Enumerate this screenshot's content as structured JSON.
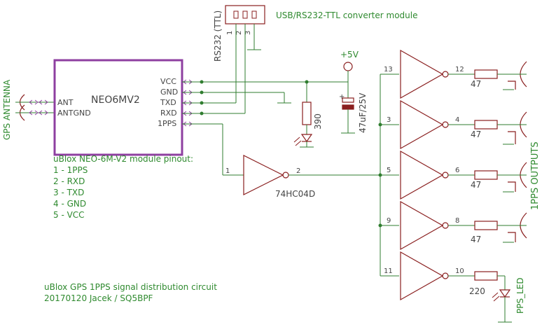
{
  "module": {
    "name": "NEO6MV2",
    "pins_right": [
      "VCC",
      "GND",
      "TXD",
      "RXD",
      "1PPS"
    ],
    "pins_left": [
      "ANT",
      "ANTGND"
    ]
  },
  "connector": {
    "label": "USB/RS232-TTL converter module",
    "side_label": "RS232 (TTL)",
    "pins": [
      "1",
      "2",
      "3"
    ]
  },
  "antenna_label": "GPS ANTENNA",
  "power": {
    "rail": "+5V",
    "resistor": "390",
    "capacitor": "47uF/25V",
    "cap_plus": "+"
  },
  "input_inverter": {
    "label": "74HC04D",
    "in_pin": "1",
    "out_pin": "2"
  },
  "inverters": [
    {
      "in_pin": "13",
      "out_pin": "12",
      "resistor": "47"
    },
    {
      "in_pin": "3",
      "out_pin": "4",
      "resistor": "47"
    },
    {
      "in_pin": "5",
      "out_pin": "6",
      "resistor": "47"
    },
    {
      "in_pin": "9",
      "out_pin": "8",
      "resistor": "47"
    },
    {
      "in_pin": "11",
      "out_pin": "10",
      "resistor": "220"
    }
  ],
  "outputs_label": "1PPS OUTPUTS",
  "led_label": "PPS_LED",
  "pinout": {
    "title": "uBlox NEO-6M-V2 module pinout:",
    "lines": [
      "1 - 1PPS",
      "2 - RXD",
      "3 - TXD",
      "4 - GND",
      "5 - VCC"
    ]
  },
  "caption": [
    "uBlox GPS 1PPS signal distribution circuit",
    "20170120 Jacek / SQ5BPF"
  ],
  "colors": {
    "wire": "#2f7d2f",
    "component": "#8a1f1f",
    "module_border": "#8e3fa0",
    "text": "#2f8a2f"
  }
}
